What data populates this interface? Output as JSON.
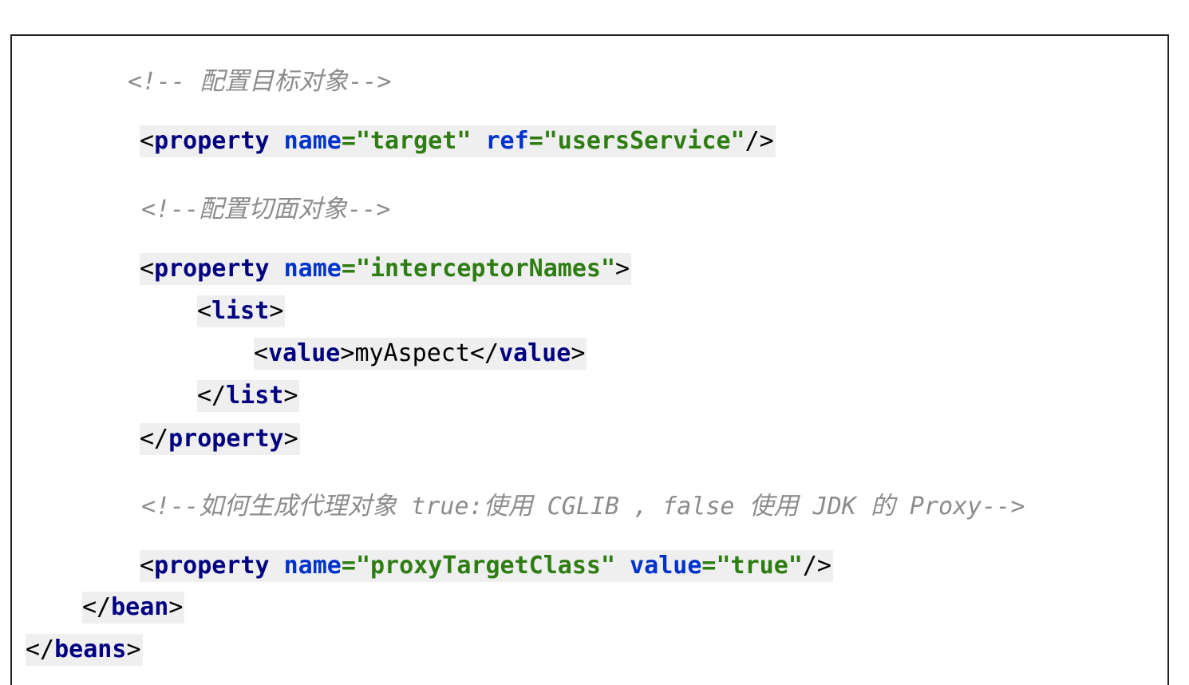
{
  "code": {
    "c1": {
      "open": "<!-- ",
      "text": "配置目标对象",
      "close": "-->"
    },
    "l1": {
      "open": "<",
      "tag": "property",
      "a1": "name",
      "eq1": "=",
      "v1": "\"target\"",
      "a2": "ref",
      "eq2": "=",
      "v2": "\"usersService\"",
      "close": "/>"
    },
    "c2": {
      "open": "<!--",
      "text": "配置切面对象",
      "close": "-->"
    },
    "l2": {
      "open": "<",
      "tag": "property",
      "a1": "name",
      "eq1": "=",
      "v1": "\"interceptorNames\"",
      "close": ">"
    },
    "l3": {
      "open": "<",
      "tag": "list",
      "close": ">"
    },
    "l4": {
      "open": "<",
      "tag": "value",
      "mid": ">",
      "text": "myAspect",
      "open2": "</",
      "tag2": "value",
      "close": ">"
    },
    "l5": {
      "open": "</",
      "tag": "list",
      "close": ">"
    },
    "l6": {
      "open": "</",
      "tag": "property",
      "close": ">"
    },
    "c3": {
      "open": "<!--",
      "t1": "如何生成代理对象",
      "t2": " true:",
      "t3": "使用",
      "t4": " CGLIB , false ",
      "t5": "使用",
      "t6": " JDK ",
      "t7": "的",
      "t8": " Proxy",
      "close": "-->"
    },
    "l7": {
      "open": "<",
      "tag": "property",
      "a1": "name",
      "eq1": "=",
      "v1": "\"proxyTargetClass\"",
      "a2": "value",
      "eq2": "=",
      "v2": "\"true\"",
      "close": "/>"
    },
    "l8": {
      "open": "</",
      "tag": "bean",
      "close": ">"
    },
    "l9": {
      "open": "</",
      "tag": "beans",
      "close": ">"
    }
  }
}
